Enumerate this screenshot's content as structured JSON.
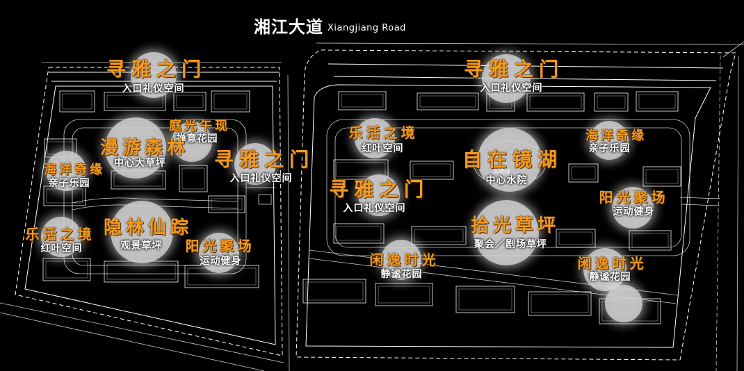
{
  "title": {
    "cn": "湘江大道",
    "en": "Xiangjiang Road"
  },
  "block_label": "A地块",
  "zones": [
    {
      "name": "寻雅之门",
      "desc": "入口礼仪空间"
    },
    {
      "name": "庭光午现",
      "desc": "禅意花园"
    },
    {
      "name": "漫游森林",
      "desc": "中心大草坪"
    },
    {
      "name": "寻雅之门",
      "desc": "入口礼仪空间"
    },
    {
      "name": "海洋奇缘",
      "desc": "亲子乐园"
    },
    {
      "name": "乐活之境",
      "desc": "红叶空间"
    },
    {
      "name": "隐林仙踪",
      "desc": "观景草坪"
    },
    {
      "name": "阳光聚场",
      "desc": "运动健身"
    },
    {
      "name": "寻雅之门",
      "desc": "入口礼仪空间"
    },
    {
      "name": "乐活之境",
      "desc": "红叶空间"
    },
    {
      "name": "海洋奇缘",
      "desc": "亲子乐园"
    },
    {
      "name": "自在镜湖",
      "desc": "中心水院"
    },
    {
      "name": "寻雅之门",
      "desc": "入口礼仪空间"
    },
    {
      "name": "阳光聚场",
      "desc": "运动健身"
    },
    {
      "name": "拾光草坪",
      "desc": "聚会／剧场草坪"
    },
    {
      "name": "闲逸时光",
      "desc": "静谧花园"
    },
    {
      "name": "闲逸时光",
      "desc": "静谧花园"
    }
  ],
  "colors": {
    "background": "#000000",
    "accent": "#F39A1E",
    "line": "#FFFFFF",
    "highlight": "#CFCFCF"
  }
}
